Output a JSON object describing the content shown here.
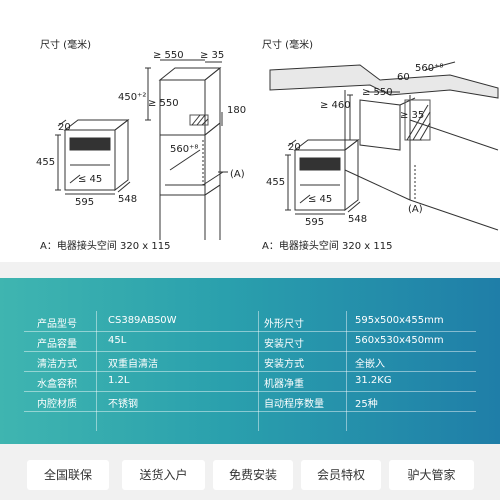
{
  "diagram_left": {
    "title": "尺寸 (毫米)",
    "note": "A：电器接头空间 320 x 115",
    "dims": {
      "w550": "≥ 550",
      "w35": "≥ 35",
      "h450": "450⁺²",
      "h180": "180",
      "h560": "560⁺⁸",
      "d20": "20",
      "h455": "455",
      "d45": "≤ 45",
      "w595": "595",
      "d548": "548",
      "a": "(A)"
    }
  },
  "diagram_right": {
    "title": "尺寸 (毫米)",
    "note": "A：电器接头空间 320 x 115",
    "dims": {
      "w550": "≥ 550",
      "h460": "≥ 460",
      "w560": "560⁺⁸",
      "d60": "60",
      "d35": "≥ 35",
      "d20": "20",
      "h455": "455",
      "d45": "≤ 45",
      "w595": "595",
      "d548": "548",
      "a": "(A)"
    }
  },
  "specs": [
    {
      "k1": "产品型号",
      "v1": "CS389ABS0W",
      "k2": "外形尺寸",
      "v2": "595x500x455mm"
    },
    {
      "k1": "产品容量",
      "v1": "45L",
      "k2": "安装尺寸",
      "v2": "560x530x450mm"
    },
    {
      "k1": "清洁方式",
      "v1": "双重自清洁",
      "k2": "安装方式",
      "v2": "全嵌入"
    },
    {
      "k1": "水盒容积",
      "v1": "1.2L",
      "k2": "机器净重",
      "v2": "31.2KG"
    },
    {
      "k1": "内腔材质",
      "v1": "不锈钢",
      "k2": "自动程序数量",
      "v2": "25种"
    }
  ],
  "services": [
    "全国联保",
    "送货入户",
    "免费安装",
    "会员特权",
    "驴大管家"
  ]
}
